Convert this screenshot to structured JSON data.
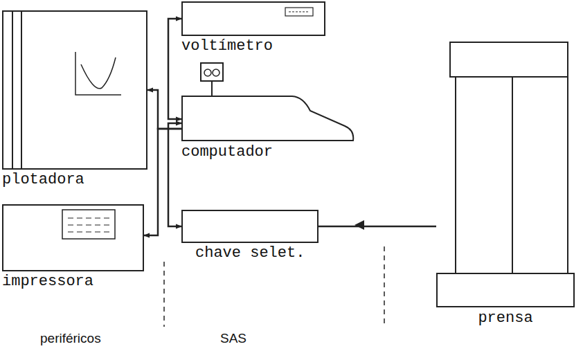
{
  "diagram": {
    "nodes": [
      {
        "text": [
          "voltímetro"
        ]
      },
      {
        "text": [
          "plotadora"
        ]
      },
      {
        "text": [
          "computador"
        ]
      },
      {
        "text": [
          "impressora"
        ]
      },
      {
        "text": [
          "chave selet."
        ]
      },
      {
        "text": [
          "prensa"
        ]
      }
    ],
    "edges": [
      {
        "from": 2,
        "to": 0,
        "arrow": "both"
      },
      {
        "from": 2,
        "to": 1,
        "arrow": "to"
      },
      {
        "from": 2,
        "to": 3,
        "arrow": "to"
      },
      {
        "from": 2,
        "to": 4,
        "arrow": "both"
      },
      {
        "from": 4,
        "to": 5,
        "arrow": "none"
      }
    ],
    "labels": [
      "periféricos",
      "SAS"
    ]
  }
}
